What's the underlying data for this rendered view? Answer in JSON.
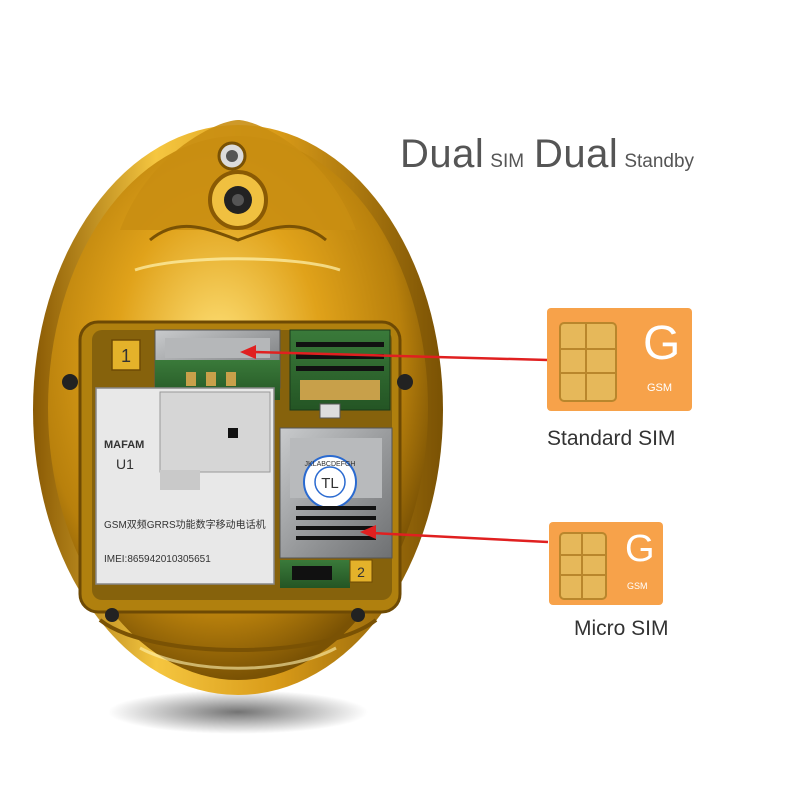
{
  "title": {
    "word1": "Dual",
    "word2": "SIM",
    "word3": "Dual",
    "word4": "Standby"
  },
  "sims": {
    "standard": {
      "letter": "G",
      "network": "GSM",
      "label": "Standard SIM"
    },
    "micro": {
      "letter": "G",
      "network": "GSM",
      "label": "Micro SIM"
    }
  },
  "module": {
    "brand": "MAFAM",
    "model": "U1",
    "description": "GSM双频GRRS功能数字移动电话机",
    "imei": "IMEI:865942010305651"
  },
  "slot_badge": {
    "text": "TL",
    "ring": "JKLABCDEFGH"
  },
  "slot_numbers": {
    "first": "1",
    "second": "2"
  },
  "colors": {
    "gold": "#e0a21a",
    "gold_dark": "#9a6a08",
    "gold_light": "#ffe27a",
    "sim_orange": "#f7a24a",
    "arrow_red": "#e02020"
  },
  "icons": [
    "phone-photo",
    "sim-card-icon",
    "arrow-icon"
  ]
}
